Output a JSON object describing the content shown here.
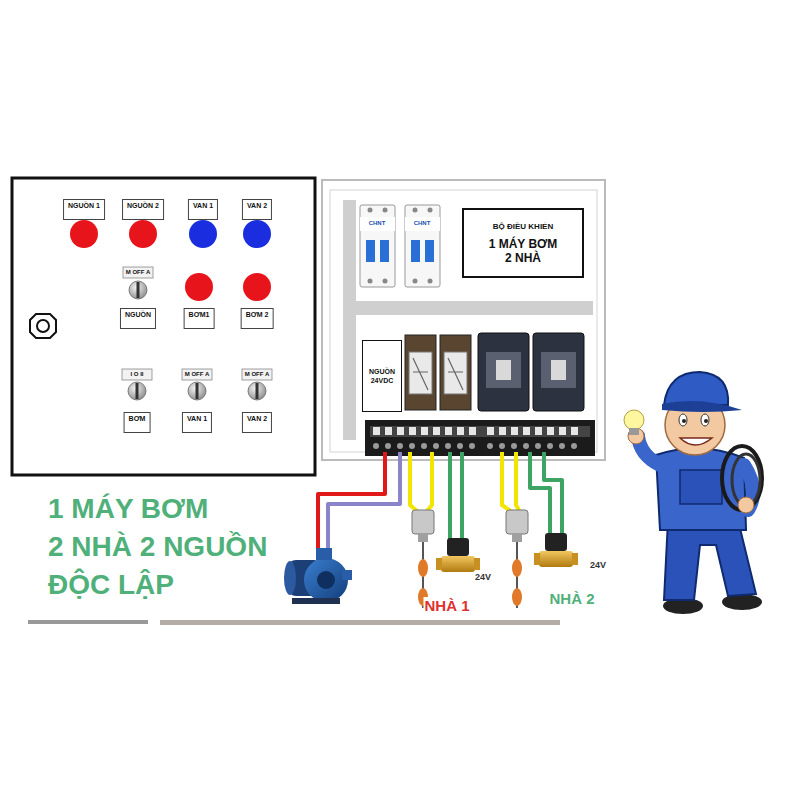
{
  "diagram": {
    "nodes": [
      {
        "text": [
          "NGUỒN 1"
        ]
      },
      {
        "text": [
          "NGUỒN 2"
        ]
      },
      {
        "text": [
          "VAN 1"
        ]
      },
      {
        "text": [
          "VAN 2"
        ]
      },
      {
        "text": [
          "NGUỒN"
        ]
      },
      {
        "text": [
          "BƠM1"
        ]
      },
      {
        "text": [
          "BƠM 2"
        ]
      },
      {
        "text": [
          "BƠM"
        ]
      },
      {
        "text": [
          "VAN 1"
        ]
      },
      {
        "text": [
          "VAN 2"
        ]
      },
      {
        "text": [
          "BỘ ĐIỀU KHIỂN",
          "1 MÁY BƠM 2 NHÀ"
        ]
      },
      {
        "text": [
          "NGUỒN 24VDC"
        ]
      }
    ],
    "labels": [
      "M OFF A",
      "I O II",
      "M OFF A",
      "M OFF A",
      "CHNT",
      "CHNT",
      "1 MÁY BƠM",
      "2 NHÀ 2 NGUỒN",
      "ĐỘC LẬP",
      "24V",
      "NHÀ 1",
      "24V",
      "NHÀ 2"
    ]
  }
}
